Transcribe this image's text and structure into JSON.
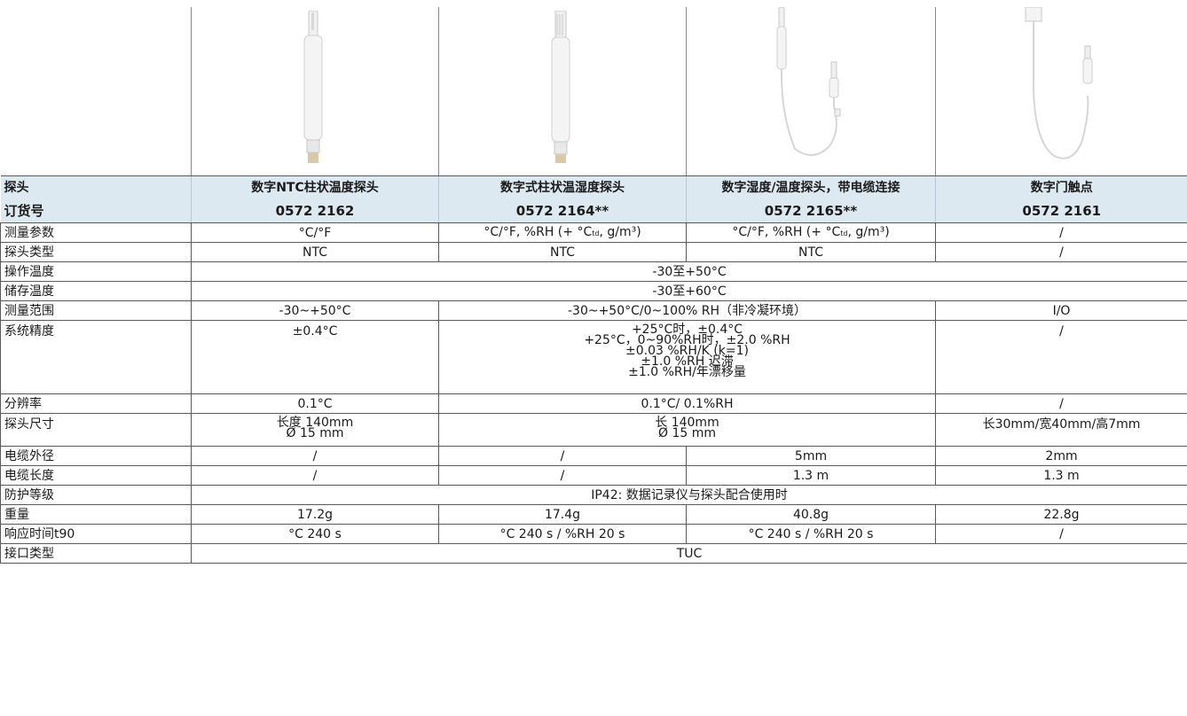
{
  "header": {
    "probe_label": "探头",
    "order_label": "订货号",
    "products": [
      {
        "name": "数字NTC柱状温度探头",
        "order_no": "0572 2162"
      },
      {
        "name": "数字式柱状温湿度探头",
        "order_no": "0572 2164**"
      },
      {
        "name": "数字湿度/温度探头，带电缆连接",
        "order_no": "0572 2165**"
      },
      {
        "name": "数字门触点",
        "order_no": "0572 2161"
      }
    ]
  },
  "rows": {
    "measure_param": {
      "label": "测量参数",
      "p1": "°C/°F",
      "p2_main": "°C/°F, %RH (+ °C",
      "p2_sub": "td",
      "p2_end": ", g/m³)",
      "p3_main": "°C/°F, %RH (+ °C",
      "p3_sub": "td",
      "p3_end": ", g/m³)",
      "p4": "/"
    },
    "probe_type": {
      "label": "探头类型",
      "p1": "NTC",
      "p2": "NTC",
      "p3": "NTC",
      "p4": "/"
    },
    "op_temp": {
      "label": "操作温度",
      "all": "-30至+50°C"
    },
    "storage_temp": {
      "label": "储存温度",
      "all": "-30至+60°C"
    },
    "meas_range": {
      "label": "测量范围",
      "p1": "-30~+50°C",
      "p23": "-30~+50°C/0~100% RH（非冷凝环境）",
      "p4": "I/O"
    },
    "accuracy": {
      "label": "系统精度",
      "p1": "±0.4°C",
      "p23_lines": [
        "+25°C时，±0.4°C",
        "+25°C，0~90%RH时，±2.0 %RH",
        "±0.03 %RH/K (k=1)",
        "±1.0 %RH 迟滞",
        "±1.0 %RH/年漂移量"
      ],
      "p4": "/"
    },
    "resolution": {
      "label": "分辨率",
      "p1": "0.1°C",
      "p23": "0.1°C/ 0.1%RH",
      "p4": "/"
    },
    "dimensions": {
      "label": "探头尺寸",
      "p1_lines": [
        "长度 140mm",
        "Ø 15 mm"
      ],
      "p23_lines": [
        "长 140mm",
        "Ø 15 mm"
      ],
      "p4": "长30mm/宽40mm/高7mm"
    },
    "cable_diameter": {
      "label": "电缆外径",
      "p1": "/",
      "p2": "/",
      "p3": "5mm",
      "p4": "2mm"
    },
    "cable_length": {
      "label": "电缆长度",
      "p1": "/",
      "p2": "/",
      "p3": "1.3 m",
      "p4": "1.3 m"
    },
    "protection": {
      "label": "防护等级",
      "all": "IP42: 数据记录仪与探头配合使用时"
    },
    "weight": {
      "label": "重量",
      "p1": "17.2g",
      "p2": "17.4g",
      "p3": "40.8g",
      "p4": "22.8g"
    },
    "response": {
      "label": "响应时间t90",
      "p1": "°C 240 s",
      "p2": "°C 240 s / %RH 20 s",
      "p3": "°C 240 s / %RH 20 s",
      "p4": "/"
    },
    "interface": {
      "label": "接口类型",
      "all": "TUC"
    }
  },
  "colors": {
    "header_bg": "#dde9f1",
    "border": "#5a5a5a"
  },
  "images": [
    "probe-ntc-rod-image",
    "probe-humidity-rod-image",
    "probe-cable-image",
    "door-contact-image"
  ]
}
